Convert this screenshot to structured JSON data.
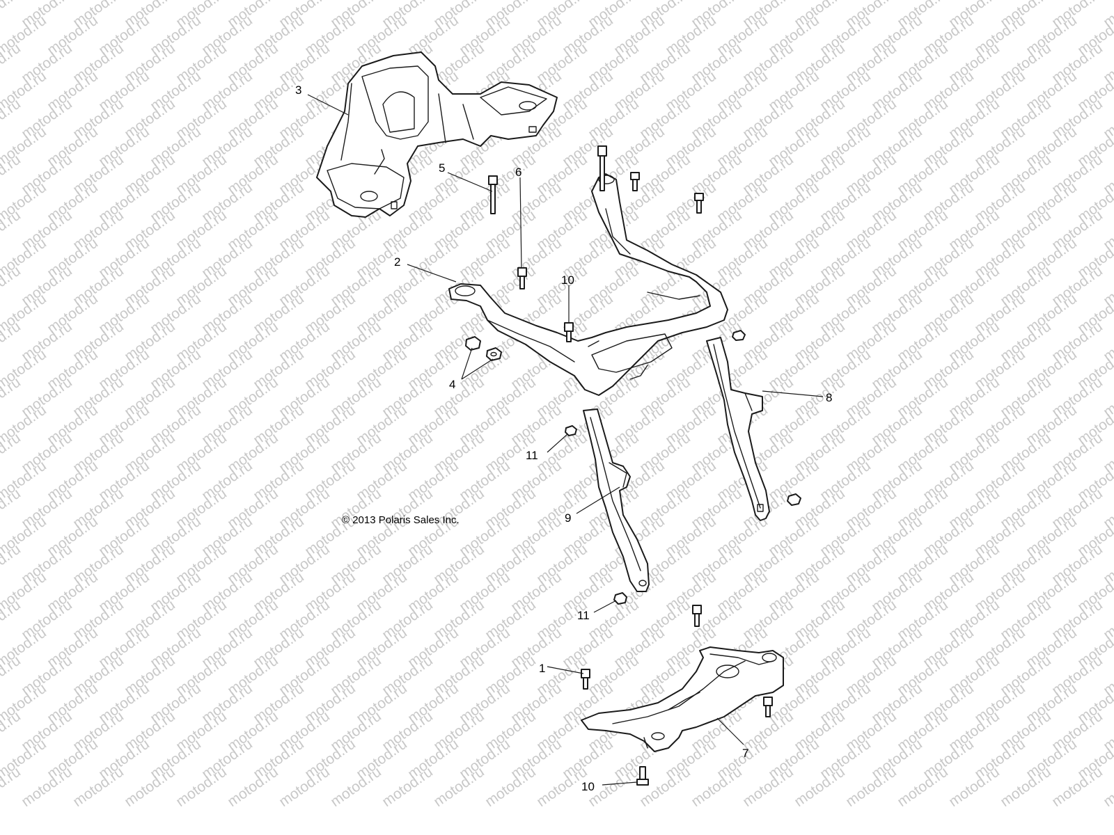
{
  "watermark": {
    "text": "motod.ru"
  },
  "copyright": "© 2013 Polaris Sales Inc.",
  "callouts": {
    "c1": "1",
    "c2": "2",
    "c3": "3",
    "c4": "4",
    "c5": "5",
    "c6": "6",
    "c7": "7",
    "c8": "8",
    "c9": "9",
    "c10a": "10",
    "c10b": "10",
    "c11a": "11",
    "c11b": "11"
  },
  "colors": {
    "line": "#1a1a1a",
    "watermark": "#c8c8c8",
    "background": "#ffffff"
  }
}
